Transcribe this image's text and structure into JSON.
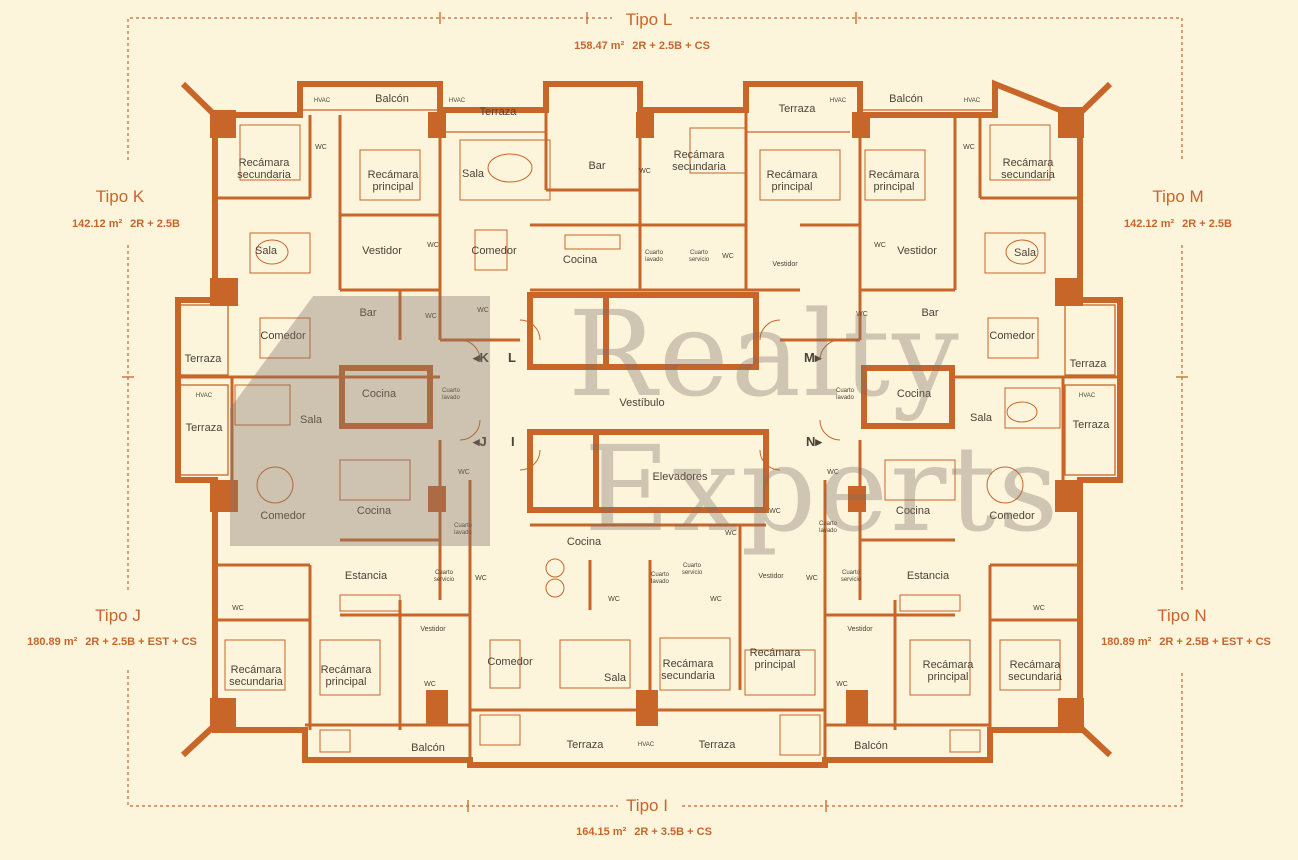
{
  "types": {
    "L": {
      "title": "Tipo L",
      "area": "158.47 m²",
      "config": "2R + 2.5B + CS"
    },
    "K": {
      "title": "Tipo K",
      "area": "142.12 m²",
      "config": "2R + 2.5B"
    },
    "M": {
      "title": "Tipo M",
      "area": "142.12 m²",
      "config": "2R + 2.5B"
    },
    "J": {
      "title": "Tipo J",
      "area": "180.89 m²",
      "config": "2R + 2.5B + EST + CS"
    },
    "N": {
      "title": "Tipo N",
      "area": "180.89 m²",
      "config": "2R + 2.5B + EST + CS"
    },
    "I": {
      "title": "Tipo I",
      "area": "164.15 m²",
      "config": "2R + 3.5B + CS"
    }
  },
  "rooms": {
    "balcon": "Balcón",
    "terraza": "Terraza",
    "hvac": "HVAC",
    "recamara": "Recámara",
    "secundaria": "secundaria",
    "principal": "principal",
    "sala": "Sala",
    "comedor": "Comedor",
    "cocina": "Cocina",
    "bar": "Bar",
    "vestidor": "Vestidor",
    "wc": "WC",
    "cuarto": "Cuarto",
    "lavado": "lavado",
    "servicio": "servicio",
    "estancia": "Estancia",
    "vestibulo": "Vestíbulo",
    "elevadores": "Elevadores"
  },
  "door_tags": {
    "K": "K",
    "L": "L",
    "M": "M",
    "J": "J",
    "I": "I",
    "N": "N"
  },
  "watermark": {
    "line1": "Realty",
    "line2": "Experts"
  },
  "colors": {
    "accent": "#c8662a",
    "background": "#fdf4dc",
    "text": "#4e4238"
  }
}
